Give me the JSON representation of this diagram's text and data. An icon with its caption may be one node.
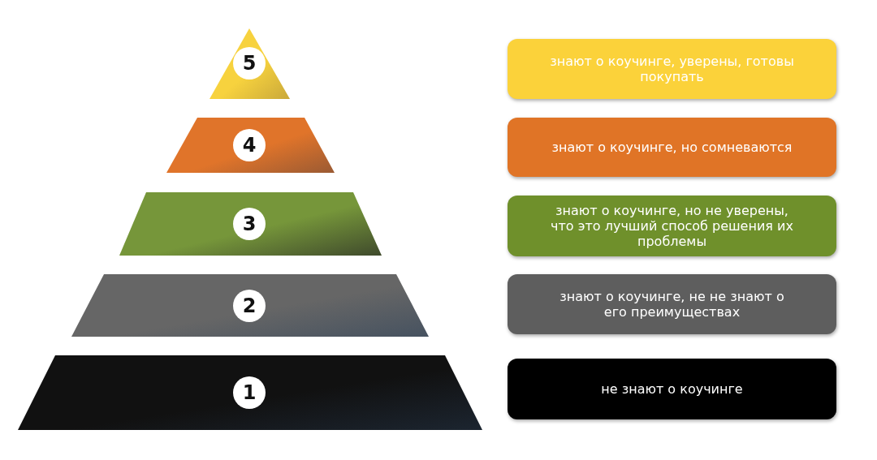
{
  "diagram": {
    "nodes": [
      {
        "text": [
          "5"
        ]
      },
      {
        "text": [
          "знают о коучинге, уверены, готовы покупать"
        ]
      },
      {
        "text": [
          "4"
        ]
      },
      {
        "text": [
          "знают о коучинге, но сомневаются"
        ]
      },
      {
        "text": [
          "3"
        ]
      },
      {
        "text": [
          "знают о коучинге, но не уверены, что это лучший способ решения их проблемы"
        ]
      },
      {
        "text": [
          "2"
        ]
      },
      {
        "text": [
          "знают о коучинге, не не знают о его преимуществах"
        ]
      },
      {
        "text": [
          "1"
        ]
      },
      {
        "text": [
          "не знают о коучинге"
        ]
      }
    ]
  }
}
